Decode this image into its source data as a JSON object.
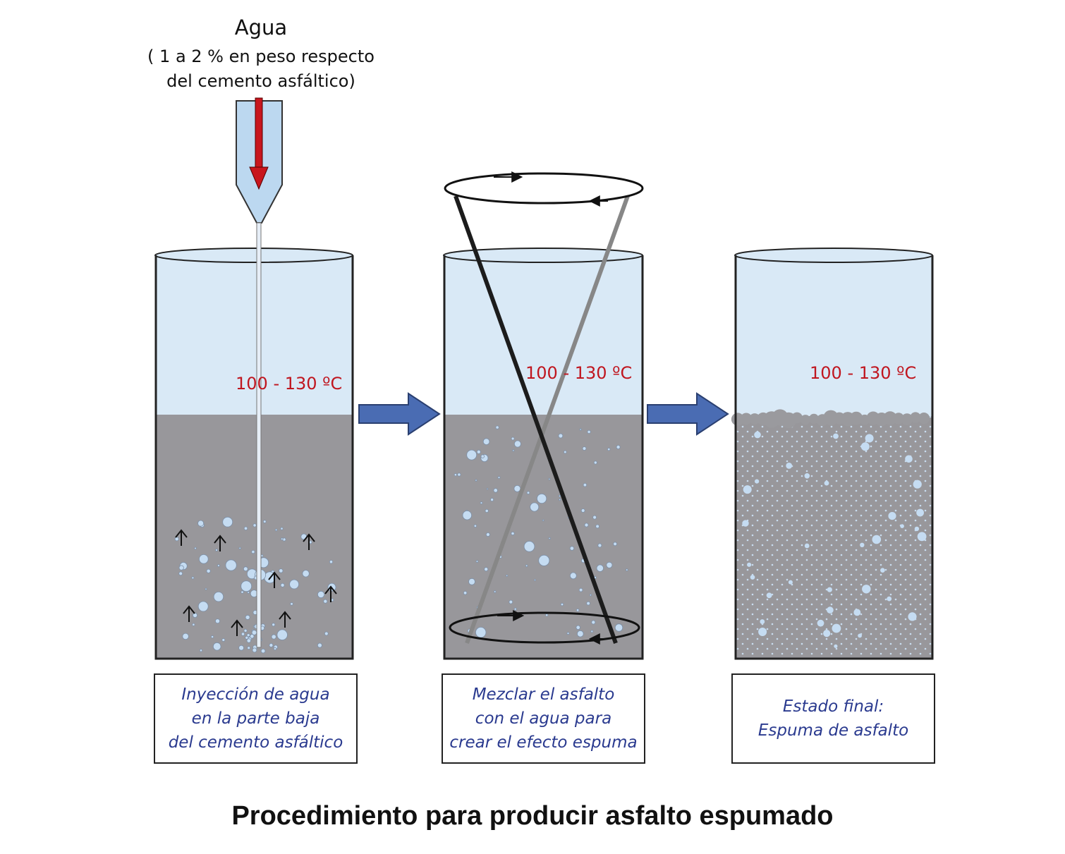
{
  "water": {
    "title": "Agua",
    "note_line1": "( 1 a 2 % en peso respecto",
    "note_line2": "del cemento asfáltico)"
  },
  "stages": [
    {
      "temperature": "100 - 130 ºC",
      "caption_lines": [
        "Inyección de agua",
        "en la parte baja",
        "del cemento asfáltico"
      ]
    },
    {
      "temperature": "100 - 130 ºC",
      "caption_lines": [
        "Mezclar el asfalto",
        "con el agua para",
        "crear el efecto espuma"
      ]
    },
    {
      "temperature": "100 - 130 ºC",
      "caption_lines": [
        "Estado final:",
        "Espuma de asfalto"
      ]
    }
  ],
  "footer_title": "Procedimiento para producir asfalto espumado",
  "colors": {
    "air": "#d9e9f6",
    "asphalt": "#98979b",
    "bubble": "#c5dcf2",
    "temperature": "#c0161f",
    "caption_text": "#2a3a8f",
    "process_arrow": "#4a6cb3",
    "injection_arrow": "#c8161e",
    "nozzle": "#bcd8f0"
  }
}
